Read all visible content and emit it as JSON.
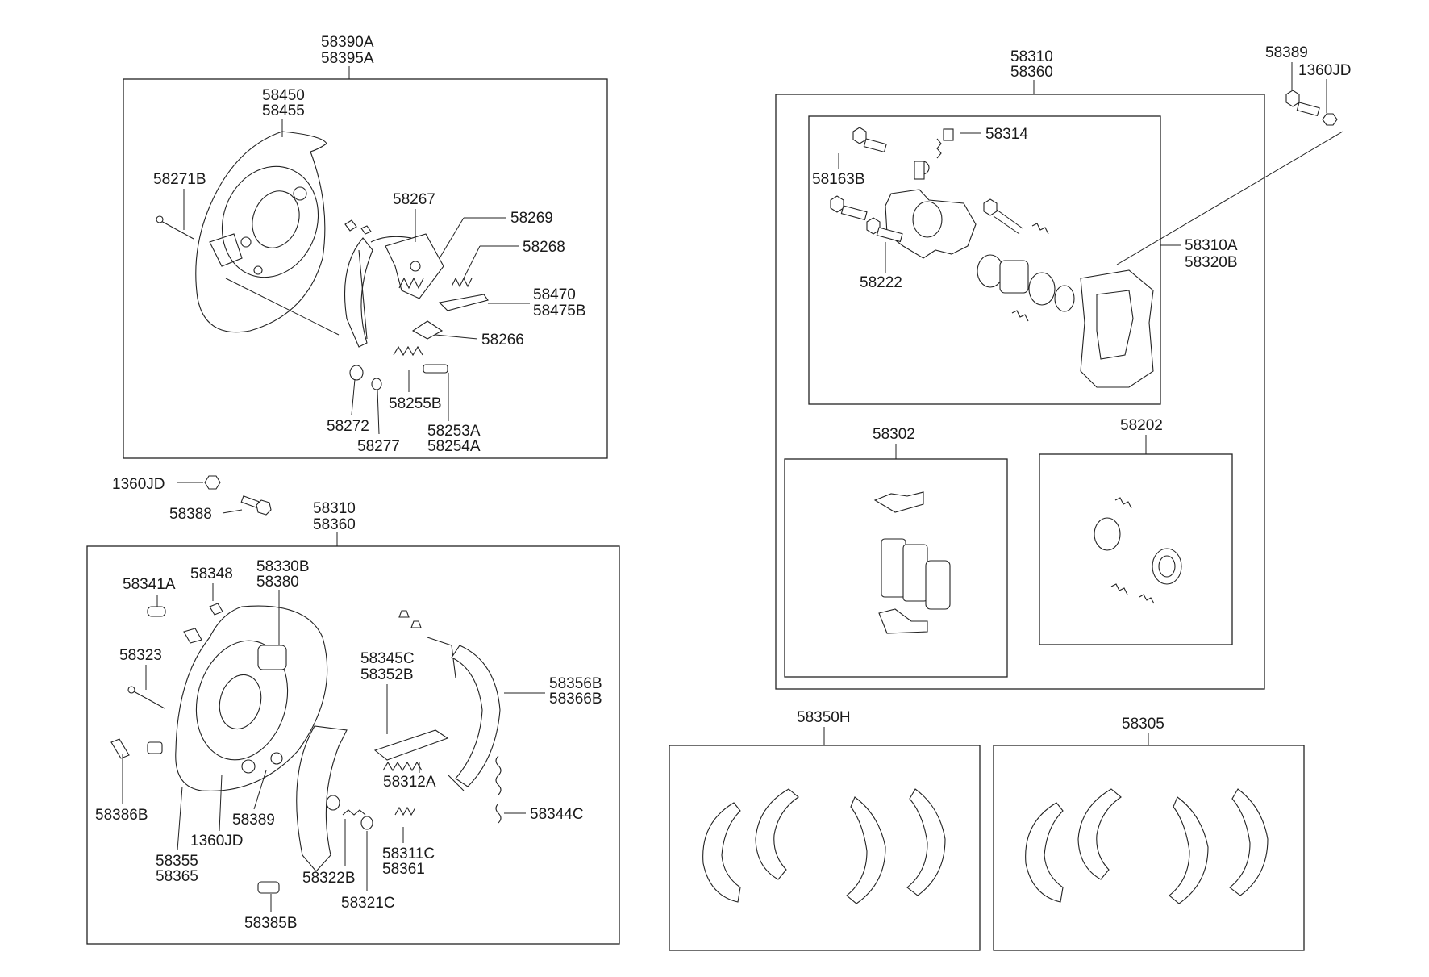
{
  "drum_brake_assembly": {
    "assembly_numbers": [
      "58390A",
      "58395A"
    ],
    "parts": {
      "backing_plate": [
        "58450",
        "58455"
      ],
      "pin": "58271B",
      "shoe_lever": "58267",
      "spring_upper": "58269",
      "spring_adjuster": "58268",
      "lever": [
        "58470",
        "58475B"
      ],
      "strut": "58266",
      "spring_hold": "58272",
      "cup": "58277",
      "adjuster": "58255B",
      "adjuster_screw": [
        "58253A",
        "58254A"
      ]
    }
  },
  "loose_parts": {
    "nut": "1360JD",
    "bolt": "58388"
  },
  "rear_drum_assembly": {
    "assembly_numbers": [
      "58310",
      "58360"
    ],
    "parts": {
      "plug": "58341A",
      "bleeder": "58348",
      "wheel_cylinder": [
        "58330B",
        "58380"
      ],
      "pin": "58323",
      "lever_kit": [
        "58345C",
        "58352B"
      ],
      "shoe": [
        "58356B",
        "58366B"
      ],
      "grommet": "58386B",
      "spring_lower": "58312A",
      "spring_return": "58344C",
      "bolt": "58389",
      "nut": "1360JD",
      "backing_plate": [
        "58355",
        "58365"
      ],
      "hold_pin": "58322B",
      "adjuster_spring": [
        "58311C",
        "58361"
      ],
      "cup": "58321C",
      "sensor": "58385B"
    }
  },
  "caliper_assembly": {
    "assembly_numbers": [
      "58310",
      "58360"
    ],
    "parts": {
      "mount_bolt": "58389",
      "mount_nut": "1360JD",
      "bleeder": "58314",
      "guide_bolt": "58163B",
      "pin_bolt": "58222",
      "carrier": [
        "58310A",
        "58320B"
      ]
    }
  },
  "kits": {
    "pad_kit": "58302",
    "seal_kit": "58202",
    "shoe_set_left": "58350H",
    "shoe_set_right": "58305"
  }
}
